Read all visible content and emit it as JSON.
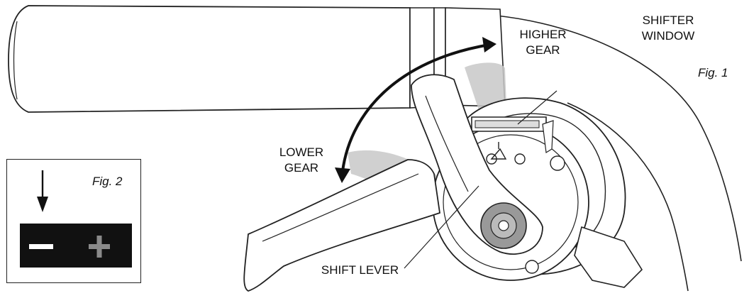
{
  "figures": {
    "fig1_label": "Fig. 1",
    "fig2_label": "Fig. 2"
  },
  "labels": {
    "higher_gear_line1": "HIGHER",
    "higher_gear_line2": "GEAR",
    "shifter_window_line1": "SHIFTER",
    "shifter_window_line2": "WINDOW",
    "lower_gear_line1": "LOWER",
    "lower_gear_line2": "GEAR",
    "shift_lever": "SHIFT LEVER"
  },
  "fig2": {
    "minus_icon": "minus-icon",
    "plus_icon": "plus-icon",
    "arrow_icon": "arrow-down-icon",
    "indicator_bg": "#111111",
    "minus_color": "#ffffff",
    "plus_color": "#8a8a8a"
  },
  "colors": {
    "line": "#222222",
    "shade": "#c8c8c8"
  }
}
